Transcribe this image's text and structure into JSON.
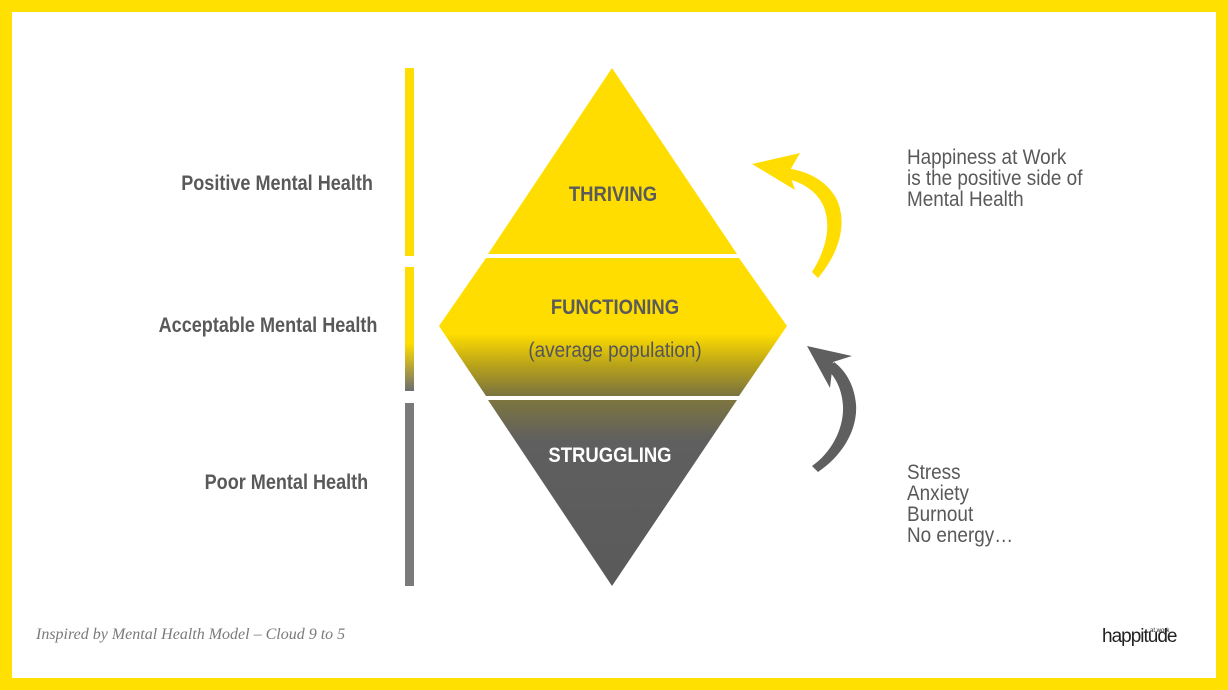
{
  "levels": {
    "positive": "Positive Mental Health",
    "acceptable": "Acceptable Mental Health",
    "poor": "Poor Mental Health"
  },
  "diamond": {
    "top": "THRIVING",
    "middle": "FUNCTIONING",
    "middle_sub": "(average population)",
    "bottom": "STRUGGLING"
  },
  "notes": {
    "positive_lines": [
      "Happiness at Work",
      "is the positive side of",
      "Mental Health"
    ],
    "negative_lines": [
      "Stress",
      "Anxiety",
      "Burnout",
      "No energy…"
    ]
  },
  "footer": {
    "credit": "Inspired by Mental Health Model – Cloud 9 to 5",
    "logo": "happitude",
    "logo_small": "at work"
  },
  "colors": {
    "frame": "#ffe000",
    "yellow": "#ffdd00",
    "grey": "#5a5a5a",
    "bar_grey": "#7a7a7a",
    "text": "#595959",
    "arrow_up": "#ffdd00",
    "arrow_down": "#5f5f5f"
  }
}
